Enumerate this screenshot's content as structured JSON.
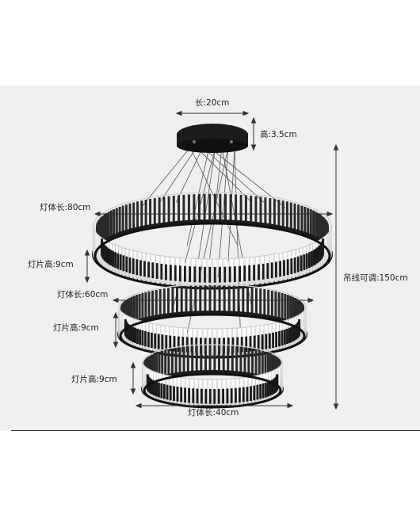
{
  "dimensions": {
    "canopy_length": "长:20cm",
    "canopy_height": "高:3.5cm",
    "ring1_length": "灯体长:80cm",
    "ring1_slat_height": "灯片高:9cm",
    "ring2_length": "灯体长:60cm",
    "ring2_slat_height": "灯片高:9cm",
    "ring3_slat_height": "灯片高:9cm",
    "ring3_length": "灯体长:40cm",
    "hanging_wire_adjustable": "吊线可调:150cm"
  },
  "colors": {
    "background": "#efefef",
    "fixture_black": "#1c1c1c",
    "slat_white": "#f7f7f7",
    "dimension_line": "#333333"
  },
  "icons": [
    "chandelier-image",
    "dimension-arrow"
  ]
}
